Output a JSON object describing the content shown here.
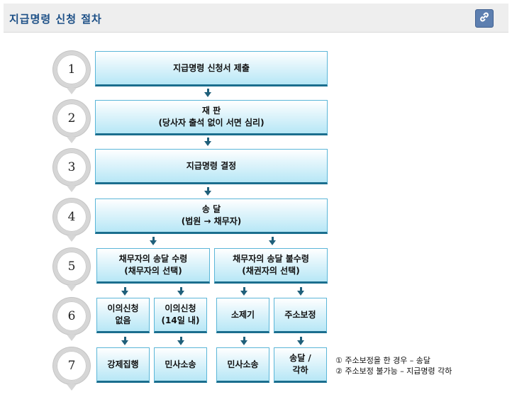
{
  "header": {
    "title": "지급명령 신청 절차"
  },
  "icons": {
    "link": "link-icon"
  },
  "colors": {
    "box_border": "#5bb6d8",
    "box_bottom": "#1b6e8e",
    "arrow": "#1f5f7a",
    "title": "#1c4f86"
  },
  "steps": [
    {
      "number": "1",
      "lines": [
        "지급명령 신청서 제출"
      ]
    },
    {
      "number": "2",
      "lines": [
        "재 판",
        "(당사자 출석 없이 서면 심리)"
      ]
    },
    {
      "number": "3",
      "lines": [
        "지급명령 결정"
      ]
    },
    {
      "number": "4",
      "lines": [
        "송 달",
        "(법원 → 채무자)"
      ]
    },
    {
      "number": "5",
      "branches": [
        {
          "lines": [
            "채무자의 송달 수령",
            "(채무자의 선택)"
          ]
        },
        {
          "lines": [
            "채무자의 송달 불수령",
            "(채권자의 선택)"
          ]
        }
      ]
    },
    {
      "number": "6",
      "boxes": [
        {
          "lines": [
            "이의신청",
            "없음"
          ]
        },
        {
          "lines": [
            "이의신청",
            "(14일 내)"
          ]
        },
        {
          "lines": [
            "소제기"
          ]
        },
        {
          "lines": [
            "주소보정"
          ]
        }
      ]
    },
    {
      "number": "7",
      "boxes": [
        {
          "lines": [
            "강제집행"
          ]
        },
        {
          "lines": [
            "민사소송"
          ]
        },
        {
          "lines": [
            "민사소송"
          ]
        },
        {
          "lines": [
            "송달 /",
            "각하"
          ]
        }
      ]
    }
  ],
  "notes": [
    "① 주소보정을 한 경우 – 송달",
    "② 주소보정 불가능 – 지급명령 각하"
  ]
}
